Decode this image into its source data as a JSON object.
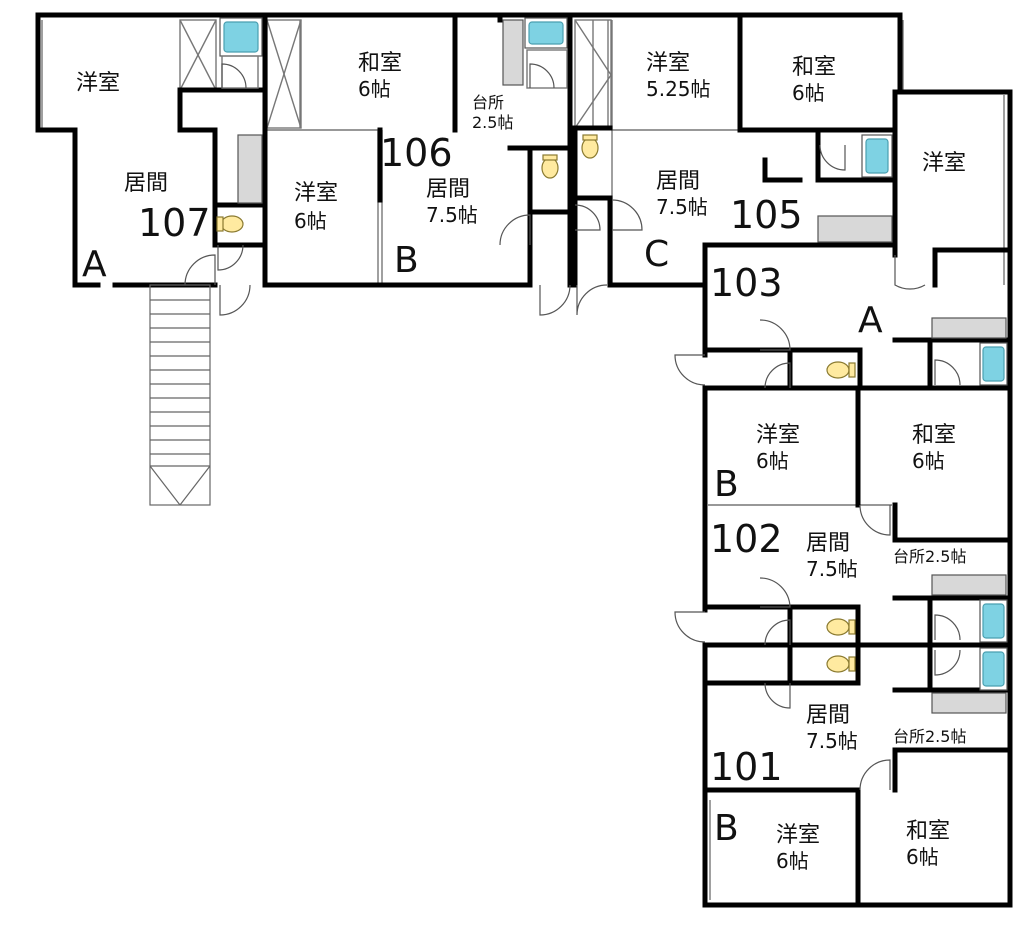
{
  "units": {
    "u107": {
      "number": "107",
      "type": "A"
    },
    "u106": {
      "number": "106",
      "type": "B"
    },
    "u105": {
      "number": "105",
      "type": "C"
    },
    "u103": {
      "number": "103",
      "type": "A"
    },
    "u102": {
      "number": "102",
      "type": "B"
    },
    "u101": {
      "number": "101",
      "type": "B"
    }
  },
  "rooms": {
    "r107_western": {
      "name": "洋室",
      "size": ""
    },
    "r107_living": {
      "name": "居間",
      "size": ""
    },
    "r106_japanese": {
      "name": "和室",
      "size": "6帖"
    },
    "r106_western": {
      "name": "洋室",
      "size": "6帖"
    },
    "r106_kitchen": {
      "name": "台所",
      "size": "2.5帖"
    },
    "r106_living": {
      "name": "居間",
      "size": "7.5帖"
    },
    "r105_western": {
      "name": "洋室",
      "size": "5.25帖"
    },
    "r105_japanese": {
      "name": "和室",
      "size": "6帖"
    },
    "r105_living": {
      "name": "居間",
      "size": "7.5帖"
    },
    "r103_western": {
      "name": "洋室",
      "size": ""
    },
    "r102_western": {
      "name": "洋室",
      "size": "6帖"
    },
    "r102_japanese": {
      "name": "和室",
      "size": "6帖"
    },
    "r102_living": {
      "name": "居間",
      "size": "7.5帖"
    },
    "r102_kitchen": {
      "name": "台所2.5帖",
      "size": ""
    },
    "r101_living": {
      "name": "居間",
      "size": "7.5帖"
    },
    "r101_kitchen": {
      "name": "台所2.5帖",
      "size": ""
    },
    "r101_western": {
      "name": "洋室",
      "size": "6帖"
    },
    "r101_japanese": {
      "name": "和室",
      "size": "6帖"
    }
  },
  "fixture_colors": {
    "bath": "#7ed2e3",
    "toilet": "#ffeaa0",
    "kitchen": "#d8d8d8"
  }
}
